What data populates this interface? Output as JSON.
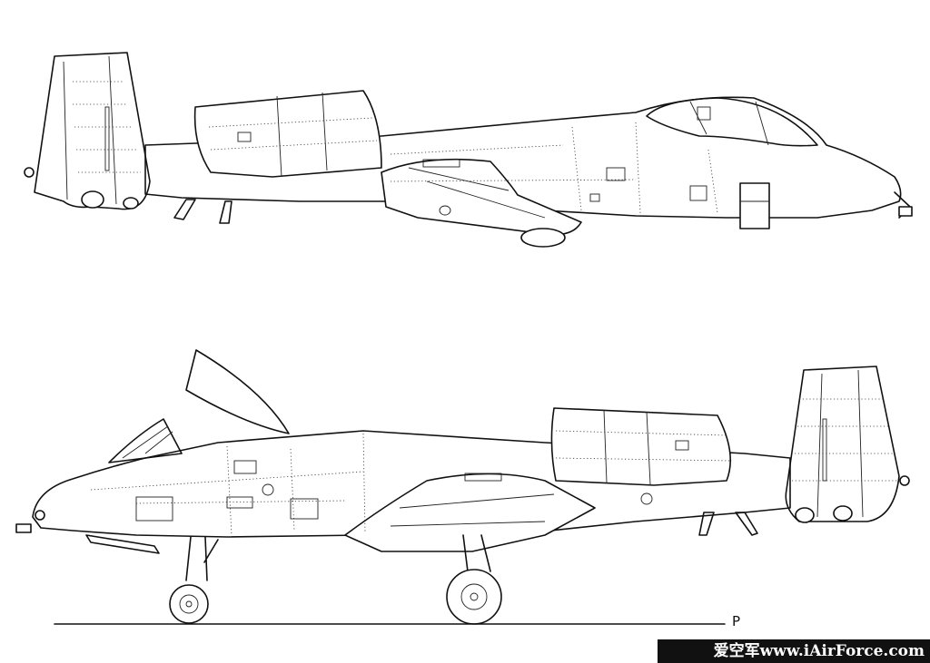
{
  "drawing": {
    "views": [
      {
        "id": "side-view-right-facing-up"
      },
      {
        "id": "side-view-left-facing-canopy-open"
      }
    ],
    "ground_label": "P"
  },
  "watermark": {
    "text": "爱空军www.iAirForce.com"
  }
}
